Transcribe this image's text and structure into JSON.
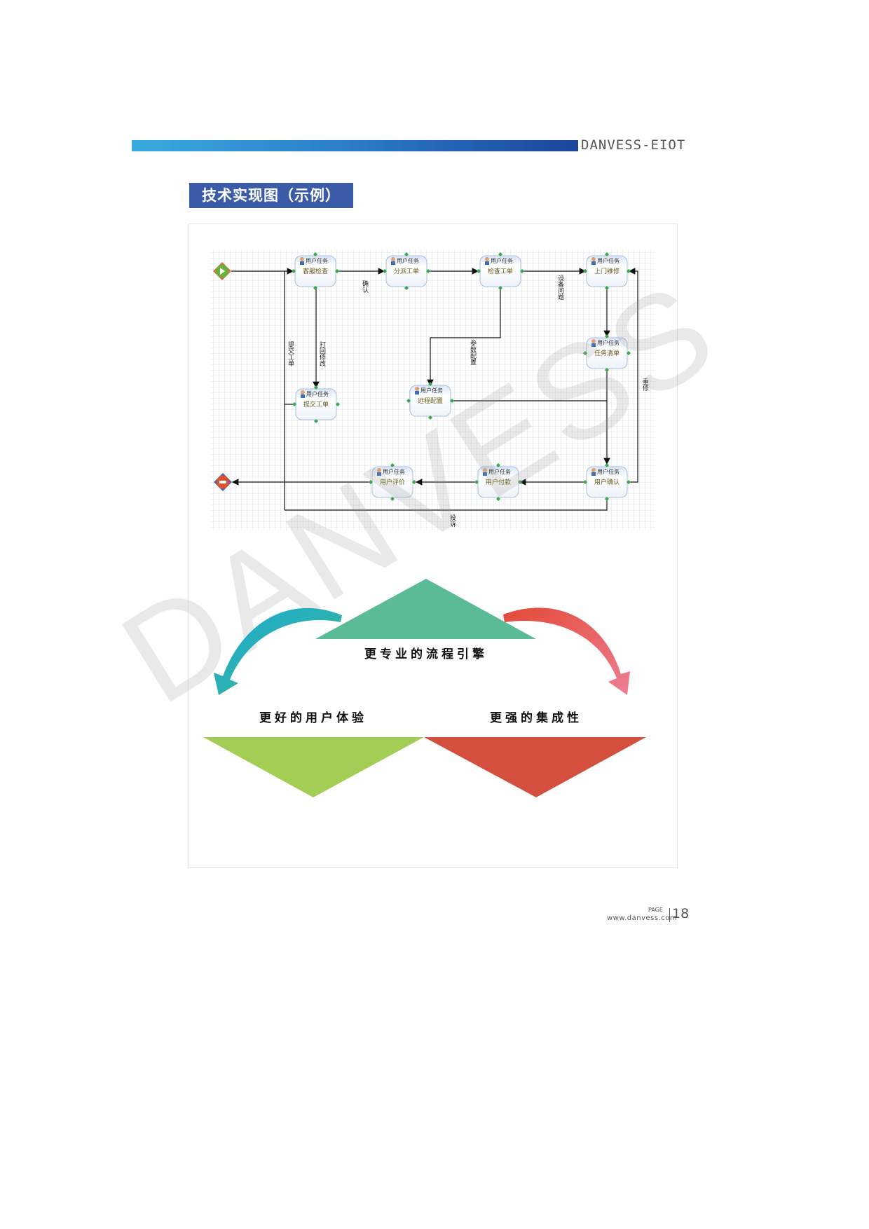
{
  "header": {
    "brand": "DANVESS-EIOT",
    "section_title": "技术实现图（示例）"
  },
  "diagram": {
    "task_header": "用户任务",
    "nodes": [
      "客服检查",
      "分派工单",
      "检查工单",
      "上门维修",
      "任务清单",
      "提交工单",
      "远程配置",
      "用户评价",
      "用户付款",
      "用户确认"
    ],
    "edge_labels": {
      "confirm": "确认",
      "device_issue": "设备问题",
      "param_config": "参数配置",
      "send_back": "打回修改",
      "submit": "提交工单",
      "redo": "重修",
      "complain": "投诉"
    },
    "start_icon": "play-icon",
    "end_icon": "stop-icon"
  },
  "graphic": {
    "top": "更专业的流程引擎",
    "left": "更好的用户体验",
    "right": "更强的集成性",
    "colors": {
      "top": "#5bbb96",
      "left": "#a3cd55",
      "right": "#d54f3f"
    }
  },
  "watermark": "DANVESS",
  "footer": {
    "url": "www.danvess.com",
    "page_label": "PAGE",
    "page_number": "18"
  }
}
